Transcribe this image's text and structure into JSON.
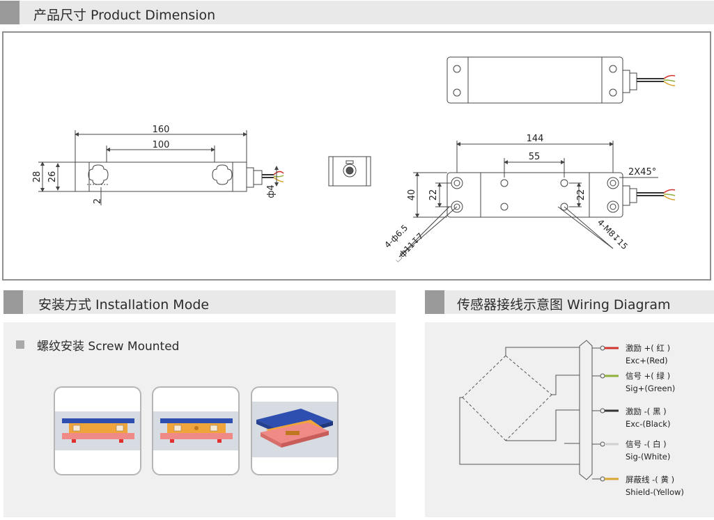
{
  "sections": {
    "dimension_title": "产品尺寸 Product Dimension",
    "installation_title": "安装方式 Installation Mode",
    "wiring_title": "传感器接线示意图  Wiring Diagram"
  },
  "dimension": {
    "side_view": {
      "d160": "160",
      "d100": "100",
      "d28": "28",
      "d26": "26",
      "d2": "2",
      "d4": "ф4"
    },
    "bottom_view": {
      "d144": "144",
      "d55": "55",
      "d40": "40",
      "d22a": "22",
      "d22b": "22",
      "chamfer": "2X45°",
      "hole_a1": "4-ф6.5",
      "hole_a2": "⌴ф11↧7",
      "hole_b": "4-M8↧15"
    }
  },
  "installation": {
    "subtitle": "螺纹安装 Screw Mounted",
    "cards": [
      "screw-mount-front-view",
      "screw-mount-side-view",
      "screw-mount-isometric-view"
    ]
  },
  "wiring": {
    "wires": [
      {
        "cn": "激励 +( 红 )",
        "en": "Exc+(Red)",
        "color": "#d0342c"
      },
      {
        "cn": "信号 +( 绿 )",
        "en": "Sig+(Green)",
        "color": "#8fb03a"
      },
      {
        "cn": "激励 -( 黑 )",
        "en": "Exc-(Black)",
        "color": "#333333"
      },
      {
        "cn": "信号 -( 白 )",
        "en": "Sig-(White)",
        "color": "#d8d8d8"
      },
      {
        "cn": "屏蔽线 -( 黄 )",
        "en": "Shield-(Yellow)",
        "color": "#d9a531"
      }
    ]
  },
  "colors": {
    "header_bg": "#e9e9e9",
    "header_mark": "#9a9a9a",
    "panel_bg": "#f0f0f0",
    "platform_blue": "#2f4fb0",
    "beam_orange": "#f0a53c",
    "base_pink": "#f08a86"
  }
}
